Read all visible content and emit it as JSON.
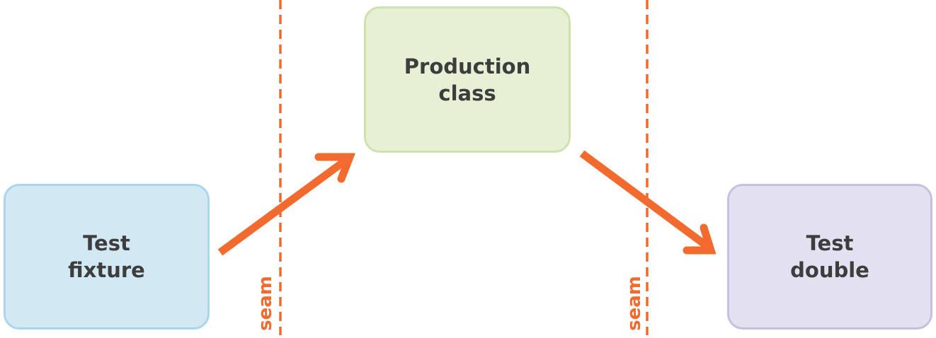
{
  "colors": {
    "accent": "#f26a2e",
    "fixture_fill": "#d2e9f4",
    "fixture_border": "#a9d6ec",
    "production_fill": "#e6f0d4",
    "production_border": "#cfe2ae",
    "double_fill": "#e3e0f0",
    "double_border": "#c6c0de",
    "label_text": "#3d3d3d"
  },
  "boxes": {
    "fixture": {
      "label": "Test\nfixture"
    },
    "production": {
      "label": "Production\nclass"
    },
    "double": {
      "label": "Test\ndouble"
    }
  },
  "seams": [
    {
      "label": "seam"
    },
    {
      "label": "seam"
    }
  ]
}
